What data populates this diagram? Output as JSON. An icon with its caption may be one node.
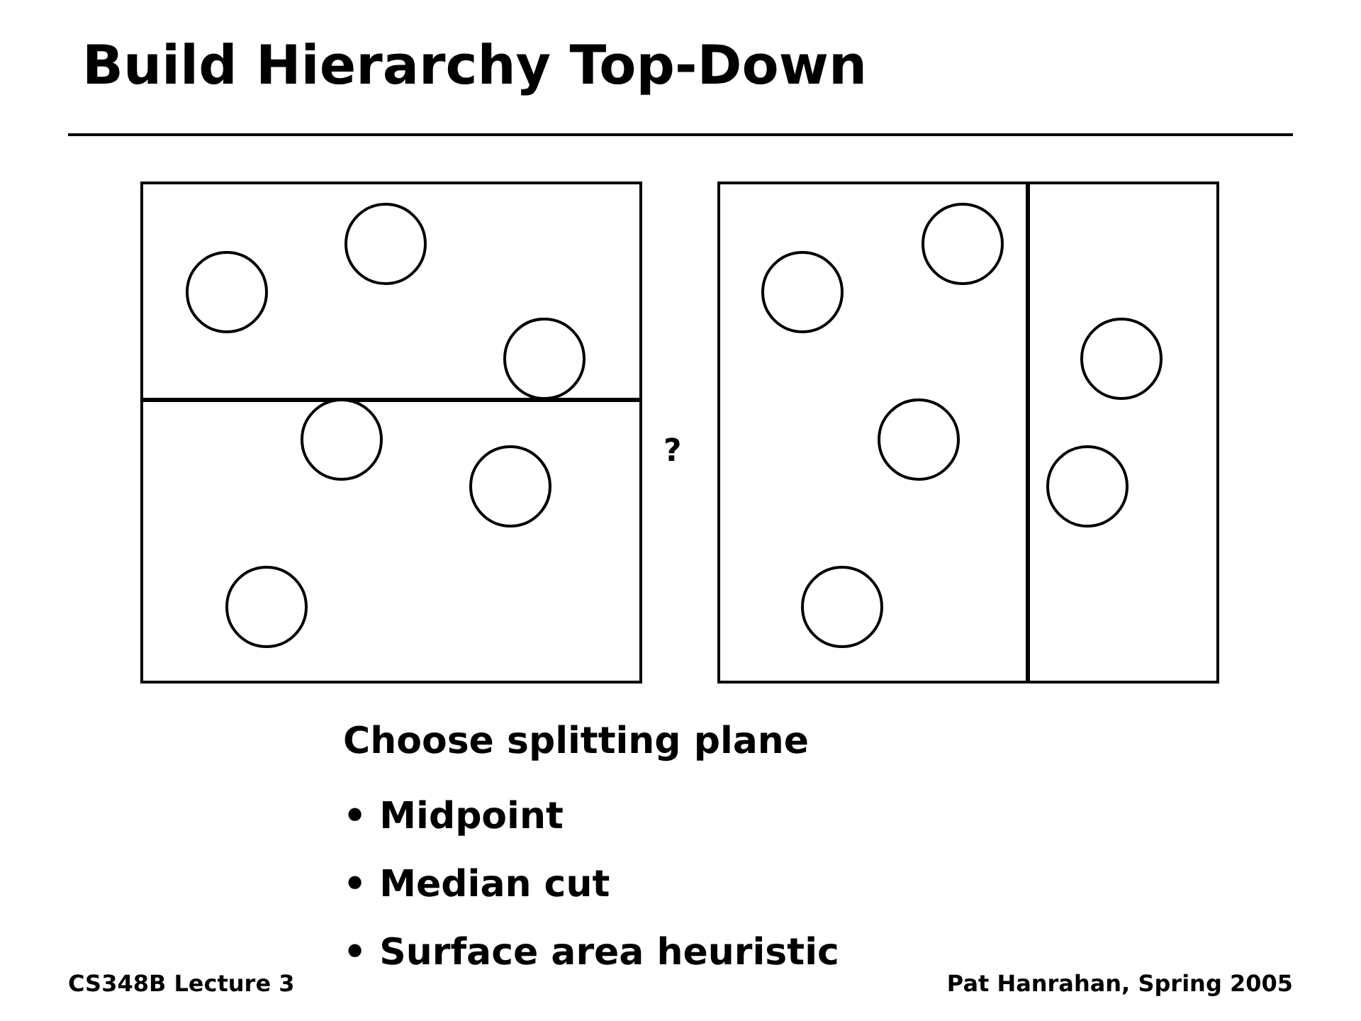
{
  "diagram": {
    "title": "Build Hierarchy Top-Down",
    "labels": [
      "?",
      "Choose splitting plane",
      "• Midpoint",
      "• Median cut",
      "• Surface area heuristic",
      "CS348B Lecture 3",
      "Pat Hanrahan, Spring 2005"
    ]
  }
}
